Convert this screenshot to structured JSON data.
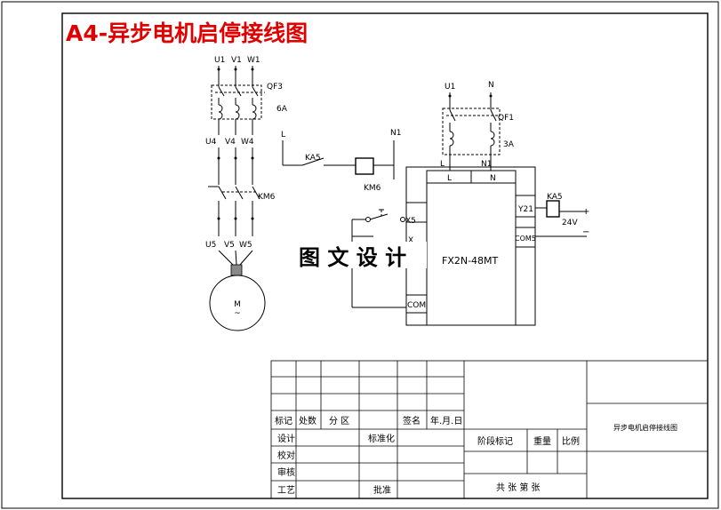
{
  "title": "A4-异步电机启停接线图",
  "watermark": "图 文 设 计",
  "motor_circuit": {
    "supply": [
      "U1",
      "V1",
      "W1"
    ],
    "breaker": "QF3",
    "breaker_rating": "6A",
    "after_breaker": [
      "U4",
      "V4",
      "W4"
    ],
    "contactor": "KM6",
    "after_contactor": [
      "U5",
      "V5",
      "W5"
    ],
    "motor_symbol": "M",
    "motor_phase": "~"
  },
  "coil_circuit": {
    "line": "L",
    "neutral": "N1",
    "relay_contact": "KA5",
    "coil": "KM6"
  },
  "plc_circuit": {
    "supply": [
      "U1",
      "N"
    ],
    "breaker": "QF1",
    "breaker_rating": "3A",
    "plc_line": "L",
    "plc_neutral": "N1",
    "plc_term_l": "L",
    "plc_term_n": "N",
    "input": "X5",
    "input_partial": "X",
    "input_common": "COM",
    "output": "Y21",
    "output_common": "COM5",
    "relay": "KA5",
    "dc_voltage": "24V",
    "plus": "+",
    "minus": "−",
    "plc_model": "FX2N-48MT"
  },
  "title_block": {
    "labels": [
      "标记",
      "处数",
      "分 区",
      "签名",
      "年.月.日",
      "设计",
      "标准化",
      "校对",
      "审核",
      "工艺",
      "批准",
      "阶段标记",
      "重量",
      "比例",
      "共 张 第 张"
    ],
    "drawing_name": "异步电机启停接线图"
  }
}
